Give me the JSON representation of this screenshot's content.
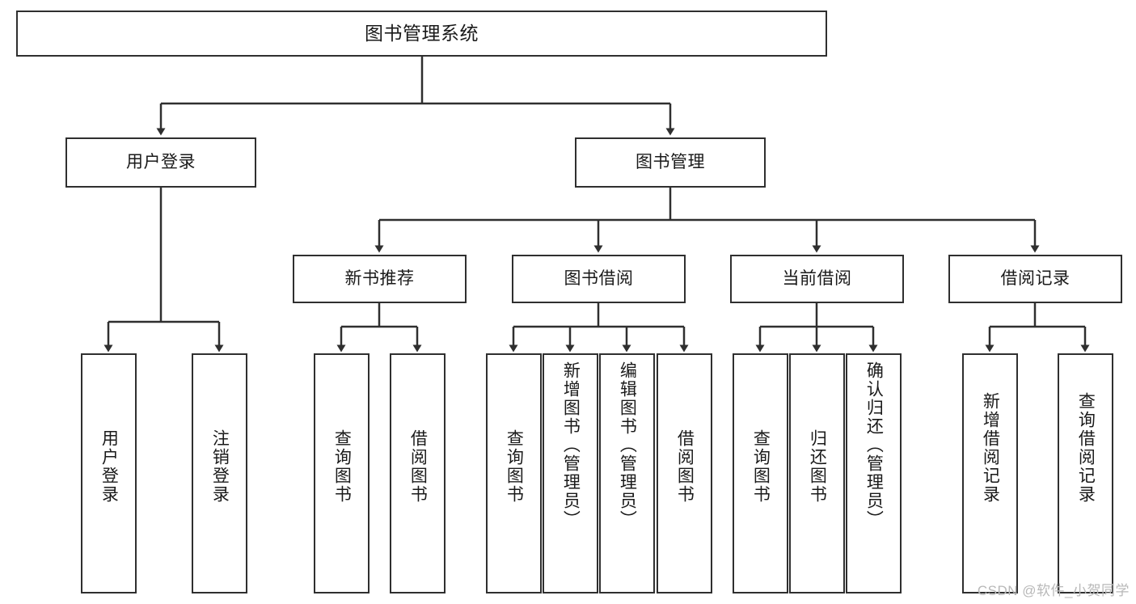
{
  "diagram": {
    "title": "图书管理系统",
    "watermark": "CSDN @软件_小贺同学",
    "line_color": "#2f2f2f",
    "box_border_color": "#2f2f2f",
    "box_fill_color": "#ffffff",
    "text_color": "#1a1a1a",
    "background_color": "#ffffff",
    "watermark_color": "#b8b8b8",
    "root": {
      "label": "图书管理系统"
    },
    "level2": [
      {
        "label": "用户登录"
      },
      {
        "label": "图书管理"
      }
    ],
    "level3": [
      {
        "label": "新书推荐"
      },
      {
        "label": "图书借阅"
      },
      {
        "label": "当前借阅"
      },
      {
        "label": "借阅记录"
      }
    ],
    "leaves": {
      "user_login": [
        {
          "label": "用户登录"
        },
        {
          "label": "注销登录"
        }
      ],
      "new_book_recommend": [
        {
          "label": "查询图书"
        },
        {
          "label": "借阅图书"
        }
      ],
      "book_borrow": [
        {
          "label": "查询图书"
        },
        {
          "label": "新增图书（管理员）"
        },
        {
          "label": "编辑图书（管理员）"
        },
        {
          "label": "借阅图书"
        }
      ],
      "current_borrow": [
        {
          "label": "查询图书"
        },
        {
          "label": "归还图书"
        },
        {
          "label": "确认归还（管理员）"
        }
      ],
      "borrow_record": [
        {
          "label": "新增借阅记录"
        },
        {
          "label": "查询借阅记录"
        }
      ]
    }
  }
}
